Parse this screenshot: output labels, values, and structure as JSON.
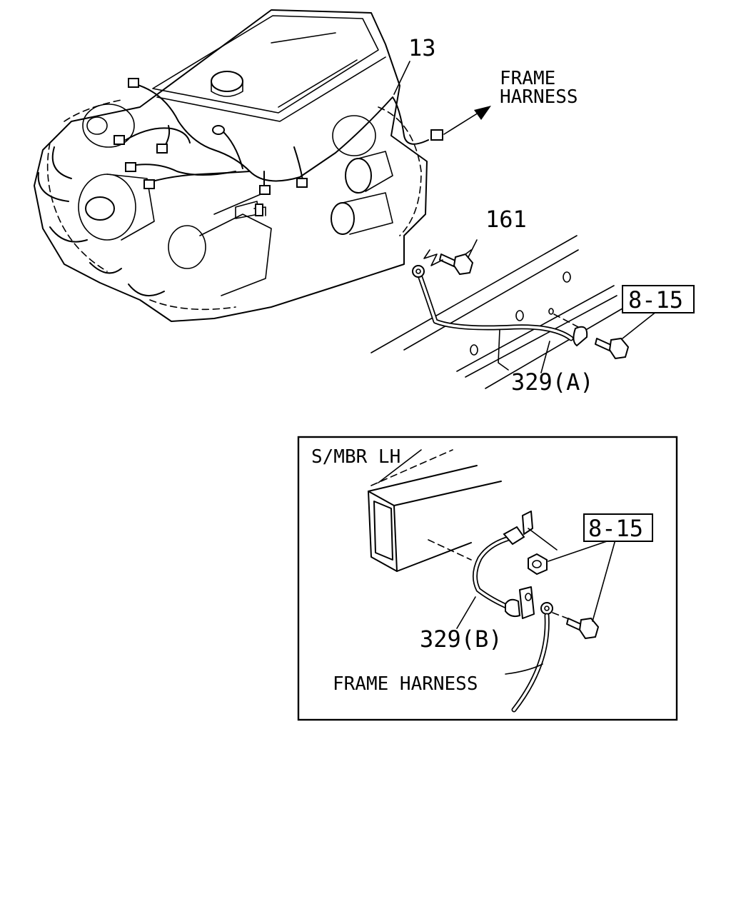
{
  "callouts": {
    "engine_harness": "13",
    "frame_harness_top_line1": "FRAME",
    "frame_harness_top_line2": "HARNESS",
    "bolt_161": "161",
    "ref_8_15_top": "8-15",
    "cable_329a": "329(A)"
  },
  "inset": {
    "side_member": "S/MBR LH",
    "ref_8_15": "8-15",
    "cable_329b": "329(B)",
    "frame_harness": "FRAME HARNESS"
  },
  "colors": {
    "line": "#000000",
    "background": "#ffffff"
  }
}
